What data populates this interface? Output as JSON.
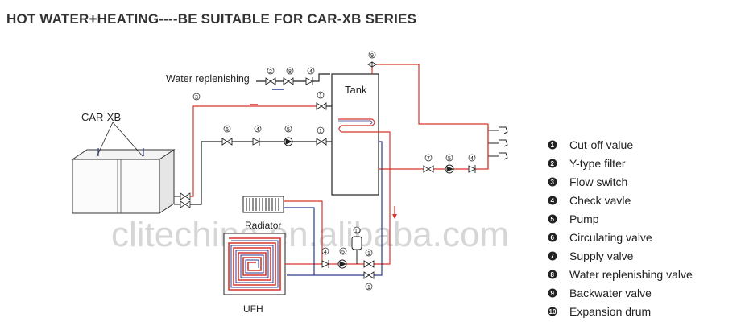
{
  "title": "HOT WATER+HEATING----BE SUITABLE FOR CAR-XB SERIES",
  "diagram": {
    "unit_label": "CAR-XB",
    "tank_label": "Tank",
    "water_replenishing_label": "Water replenishing",
    "radiator_label": "Radiator",
    "ufh_label": "UFH",
    "watermark": "clitechina.en.alibaba.com"
  },
  "legend": [
    {
      "num": "1",
      "text": "Cut-off value"
    },
    {
      "num": "2",
      "text": "Y-type filter"
    },
    {
      "num": "3",
      "text": "Flow switch"
    },
    {
      "num": "4",
      "text": "Check vavle"
    },
    {
      "num": "5",
      "text": "Pump"
    },
    {
      "num": "6",
      "text": "Circulating valve"
    },
    {
      "num": "7",
      "text": "Supply valve"
    },
    {
      "num": "8",
      "text": "Water replenishing valve"
    },
    {
      "num": "9",
      "text": "Backwater valve"
    },
    {
      "num": "10",
      "text": "Expansion drum"
    }
  ],
  "colors": {
    "supply": "#d9342b",
    "return": "#2b3a8c",
    "line": "#222222"
  }
}
